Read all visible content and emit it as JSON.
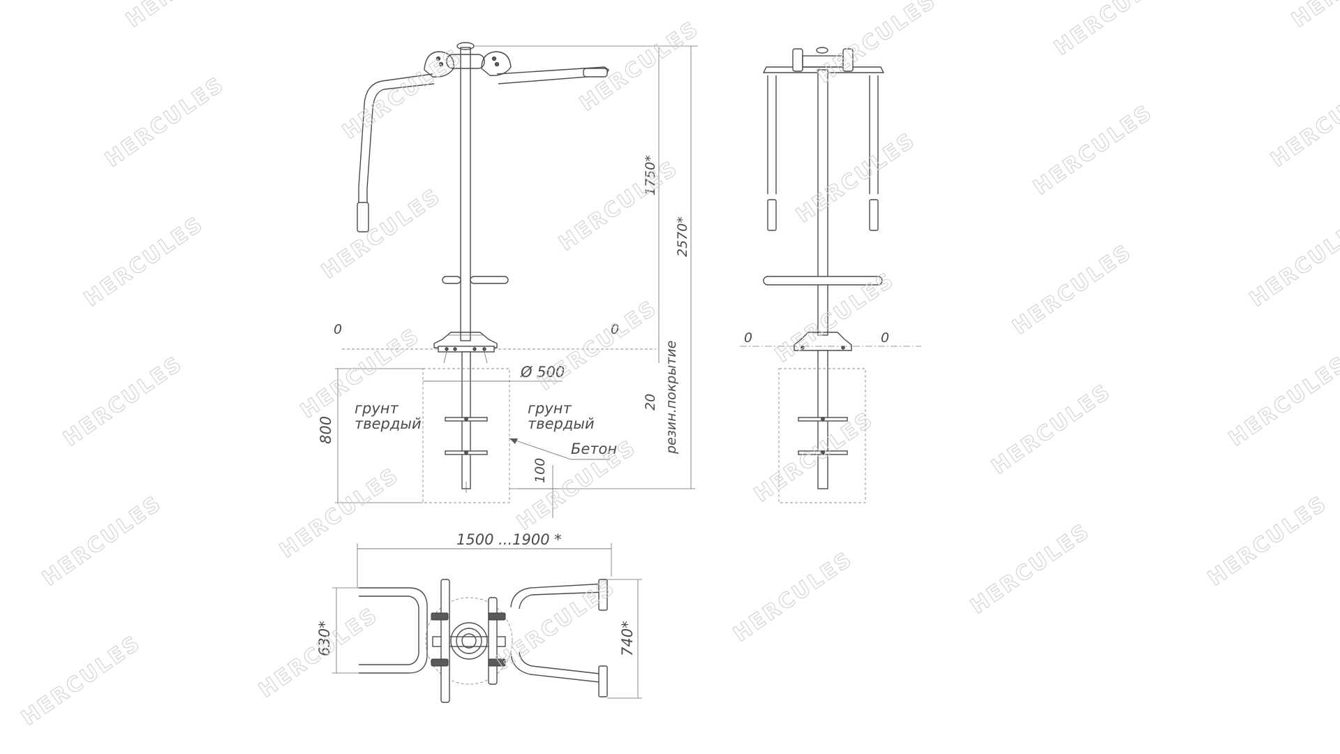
{
  "watermark": "HERCULES",
  "dimensions": {
    "above_ground_height": "1750*",
    "total_height": "2570*",
    "foundation_depth": "800",
    "foundation_diameter": "Ø 500",
    "coating_thickness": "20",
    "bottom_clearance": "100",
    "width_range": "1500 ...1900  *",
    "plan_width_left": "630*",
    "plan_width_right": "740*"
  },
  "labels": {
    "zero_level": "0",
    "soil": "грунт\nтвердый",
    "concrete": "Бетон",
    "rubber_coating": "резин.покрытие"
  },
  "colors": {
    "line": "#4a4a4a",
    "dimension": "#7a7a7a",
    "watermark": "#d0d0d0"
  }
}
